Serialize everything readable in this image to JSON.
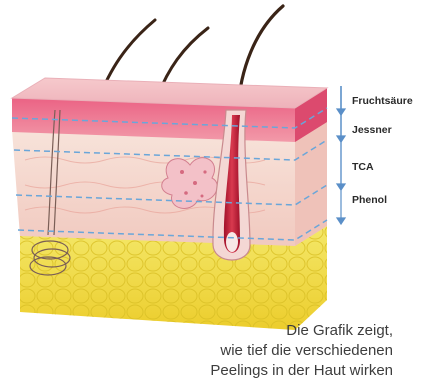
{
  "layers": [
    {
      "label": "Fruchtsäure",
      "depth_index": 1
    },
    {
      "label": "Jessner",
      "depth_index": 2
    },
    {
      "label": "TCA",
      "depth_index": 3
    },
    {
      "label": "Phenol",
      "depth_index": 4
    }
  ],
  "caption": {
    "line1": "Die Grafik zeigt,",
    "line2": "wie tief die verschiedenen",
    "line3": "Peelings in der Haut wirken"
  },
  "colors": {
    "epidermis": "#e24b72",
    "dermis": "#f4d6cc",
    "fat": "#f3e35a",
    "dashed_line": "#6aa6d9",
    "arrow": "#5a8fc8",
    "hair": "#3a2417"
  }
}
